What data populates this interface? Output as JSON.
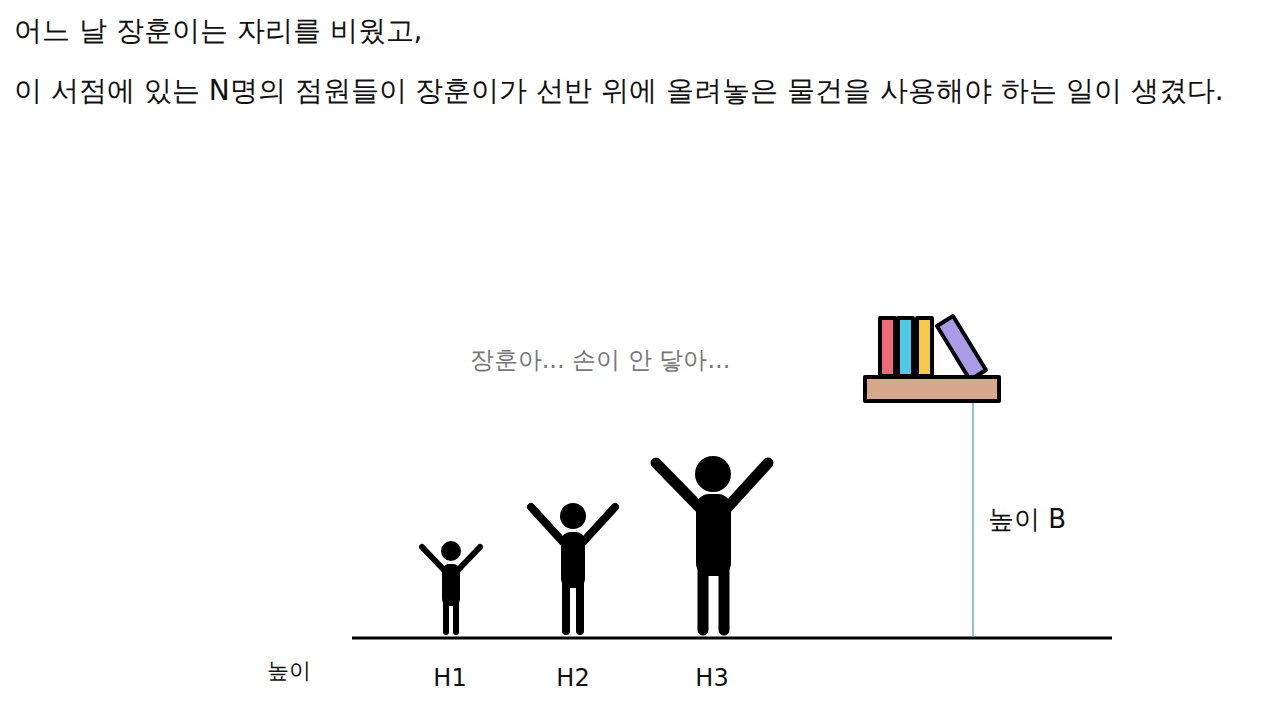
{
  "diagram": {
    "labels": [
      "어느 날 장훈이는 자리를 비웠고,",
      "이 서점에 있는 N명의 점원들이 장훈이가 선반 위에 올려놓은 물건을 사용해야 하는 일이 생겼다.",
      "장훈아... 손이 안 닿아...",
      "높이 B",
      "높이",
      "H1",
      "H2",
      "H3"
    ]
  }
}
